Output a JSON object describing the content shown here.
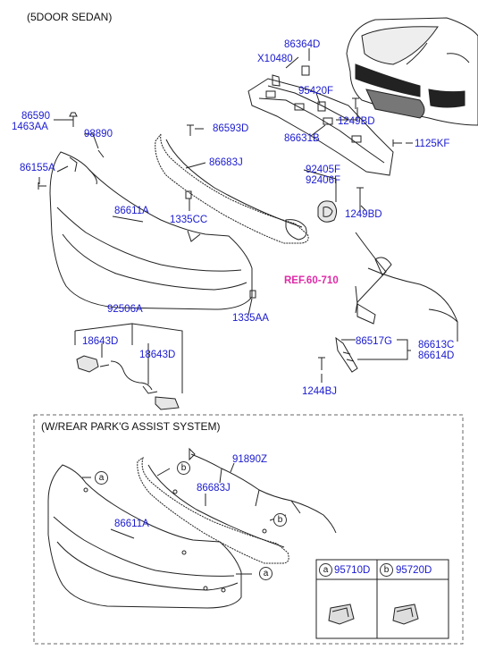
{
  "header": {
    "title": "(5DOOR SEDAN)"
  },
  "parts": {
    "p86364D": "86364D",
    "pX10480": "X10480",
    "p95420F": "95420F",
    "p1249BD_a": "1249BD",
    "p86631B": "86631B",
    "p1125KF": "1125KF",
    "p86590": "86590",
    "p1463AA": "1463AA",
    "p98890": "98890",
    "p86593D": "86593D",
    "p86155A": "86155A",
    "p86683J": "86683J",
    "p92405F": "92405F",
    "p92406F": "92406F",
    "p1249BD_b": "1249BD",
    "p86611A": "86611A",
    "p1335CC": "1335CC",
    "pREF": "REF.60-710",
    "p1335AA": "1335AA",
    "p92506A": "92506A",
    "p18643D_a": "18643D",
    "p18643D_b": "18643D",
    "p86517G": "86517G",
    "p86613C": "86613C",
    "p86614D": "86614D",
    "p1244BJ": "1244BJ"
  },
  "assist": {
    "title": "(W/REAR PARK'G ASSIST SYSTEM)",
    "p91890Z": "91890Z",
    "p86683J": "86683J",
    "p86611A": "86611A",
    "callout_a": "a",
    "callout_b": "b",
    "legend_a_letter": "a",
    "legend_a_part": "95710D",
    "legend_b_letter": "b",
    "legend_b_part": "95720D"
  },
  "colors": {
    "label": "#1a1ad0",
    "ref": "#e02aa8",
    "line": "#222222"
  }
}
